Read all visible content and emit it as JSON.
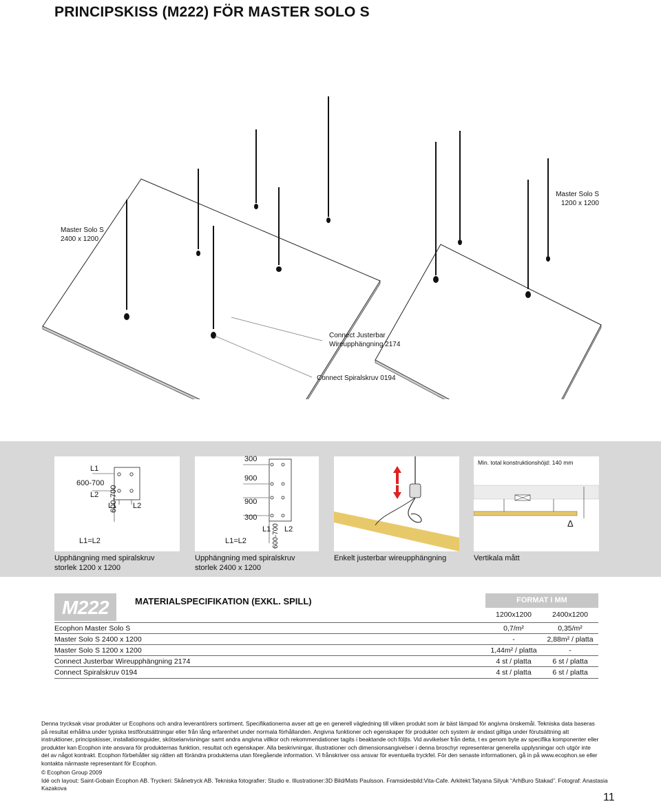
{
  "title": "PRINCIPSKISS (M222) FÖR MASTER SOLO S",
  "iso_labels": {
    "large_panel": [
      "Master Solo S",
      "2400 x 1200"
    ],
    "small_panel": [
      "Master Solo S",
      "1200 x 1200"
    ],
    "wire": [
      "Connect Justerbar",
      "Wireupphängning 2174"
    ],
    "screw": "Connect Spiralskruv 0194"
  },
  "panels": {
    "p1": {
      "l1": "L1",
      "range": "600-700",
      "l2": "L2",
      "bl1": "L1",
      "bl2": "L2",
      "vrange": "600-700",
      "eq": "L1=L2",
      "caption": [
        "Upphängning med spiralskruv",
        "storlek 1200 x 1200"
      ]
    },
    "p2": {
      "d1": "300",
      "d2": "900",
      "d3": "900",
      "d4": "300",
      "bl1": "L1",
      "bl2": "L2",
      "vrange": "600-700",
      "eq": "L1=L2",
      "caption": [
        "Upphängning med spiralskruv",
        "storlek 2400 x 1200"
      ]
    },
    "p3": {
      "caption": "Enkelt justerbar wireupphängning"
    },
    "p4": {
      "note": "Min. total konstruktionshöjd: 140 mm",
      "delta": "Δ",
      "caption": "Vertikala mått"
    }
  },
  "spec": {
    "badge": "M222",
    "heading": "MATERIALSPECIFIKATION (EXKL. SPILL)",
    "format_header": "FORMAT I MM",
    "columns": [
      "1200x1200",
      "2400x1200"
    ],
    "rows": [
      [
        "Ecophon Master Solo S",
        "0,7/m²",
        "0,35/m²"
      ],
      [
        "Master Solo S 2400 x 1200",
        "-",
        "2,88m² / platta"
      ],
      [
        "Master Solo S 1200 x 1200",
        "1,44m² / platta",
        "-"
      ],
      [
        "Connect Justerbar Wireupphängning 2174",
        "4 st / platta",
        "6 st / platta"
      ],
      [
        "Connect Spiralskruv 0194",
        "4 st / platta",
        "6 st / platta"
      ]
    ]
  },
  "footer": "Denna trycksak visar produkter ur Ecophons och andra leverantörers sortiment. Specifikationerna avser att ge en generell vägledning till vilken produkt som är bäst lämpad för angivna önskemål. Tekniska data baseras på resultat erhållna under typiska testförutsättningar eller från lång erfarenhet under normala förhållanden. Angivna funktioner och egenskaper för produkter och system är endast giltiga under förutsättning att instruktioner, principskisser, installationsguider, skötselanvisningar samt andra angivna villkor och rekommendationer tagits i beaktande och följts. Vid avvikelser från detta, t ex genom byte av specifika komponenter eller produkter kan Ecophon inte ansvara för produkternas funktion, resultat och egenskaper. Alla beskrivningar, illustrationer och dimensionsangivelser i denna broschyr representerar generella upplysningar och utgör inte del av nå­got kontrakt. Ecophon förbehåller sig rätten att förändra produkterna utan föregående information. Vi frånskriver oss ansvar för eventuella tryckfel. För den senaste informationen, gå in på www.ecophon.se eller kontakta närmaste representant för Ecophon.",
  "credits": {
    "line1": "© Ecophon Group 2009",
    "line2": "Idé och layout: Saint-Gobain Ecophon AB. Tryckeri: Skånetryck AB. Tekniska fotografier: Studio e. Illustrationer:3D Bild/Mats Paulsson. Framsidesbild:Vita-Cafe. Arkitekt:Tatyana Silyuk “ArhBuro Stakad”. Fotograf: Anastasia Kazakova"
  },
  "page_number": "11"
}
